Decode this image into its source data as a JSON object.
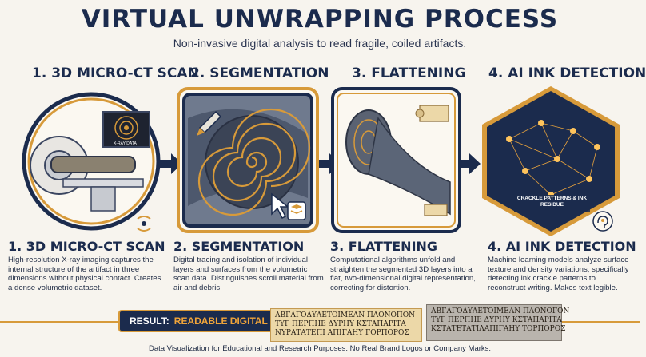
{
  "header": {
    "title": "VIRTUAL UNWRAPPING PROCESS",
    "subtitle": "Non-invasive digital analysis to read fragile, coiled artifacts."
  },
  "steps": [
    {
      "heading": "1. 3D MICRO-CT SCAN",
      "footer_title": "1. 3D MICRO-CT SCAN",
      "description": "High-resolution X-ray imaging captures the internal structure of the artifact in three dimensions without physical contact. Creates a dense volumetric dataset.",
      "screen_label": "X-RAY DATA"
    },
    {
      "heading": "2. SEGMENTATION",
      "footer_title": "2. SEGMENTATION",
      "description": "Digital tracing and isolation of individual layers and surfaces from the volumetric scan data. Distinguishes scroll material from air and debris."
    },
    {
      "heading": "3. FLATTENING",
      "footer_title": "3. FLATTENING",
      "description": "Computational algorithms unfold and straighten the segmented 3D layers into a flat, two-dimensional digital representation, correcting for distortion."
    },
    {
      "heading": "4. AI INK DETECTION",
      "footer_title": "4. AI INK DETECTION",
      "description": "Machine learning models analyze surface texture and density variations, specifically detecting ink crackle patterns to reconstruct writing. Makes text legible.",
      "panel_label": "CRACKLE PATTERNS & INK RESIDUE"
    }
  ],
  "result": {
    "label": "RESULT:",
    "value": "READABLE DIGITAL TEXT",
    "sample_clean": [
      "ΑΒΓΑΓΟΔΥΑΕΤΟΙΜΕΑΝ ΠΛΟΝΟΠΟΝ",
      "ΤΥΓ ΠΕΡΠΗΕ ΔΥΡΗΥ ΚΣΤΑΠΑΡΙΤΑ",
      "ΝΥΡΑΤΑΤΕΠΙ ΑΠΙΓΑΗΥ ΓΟΡΠΟΡΟΣ"
    ],
    "sample_raw": [
      "ΑΒΓΑΓΟΔΥΑΕΤΟΙΜΕΑΝ ΠΛΟΝΟΓΟΝ",
      "ΤΥΓ ΠΕΡΠΗΕ ΔΥΡΗΥ ΚΣΤΑΠΑΡΙΤΑ",
      "ΚΣΤΑΤΕΤΑΤΙΛΑΠΙΓΑΗΥ ΤΟΡΠΟΡΟΣ"
    ]
  },
  "footer": "Data Visualization for Educational and Research Purposes. No Real Brand Logos or Company Marks.",
  "colors": {
    "navy": "#1b2b4d",
    "gold": "#d79a3a",
    "background": "#f7f4ee"
  }
}
